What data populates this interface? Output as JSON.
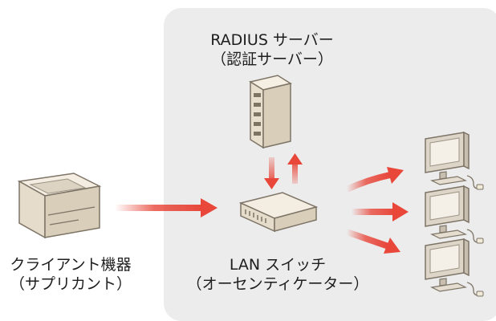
{
  "radius_server": {
    "line1": "RADIUS サーバー",
    "line2": "（認証サーバー）"
  },
  "client_device": {
    "line1": "クライアント機器",
    "line2": "（サプリカント）"
  },
  "lan_switch": {
    "line1": "LAN スイッチ",
    "line2": "（オーセンティケーター）"
  },
  "colors": {
    "panel": "#ececec",
    "arrow": "#e8473a",
    "device_body": "#efe6d6",
    "device_outline": "#8a7f6b",
    "monitor_screen": "#d8d0c4"
  },
  "icons": [
    "server-icon",
    "printer-icon",
    "switch-icon",
    "monitor-icon"
  ]
}
